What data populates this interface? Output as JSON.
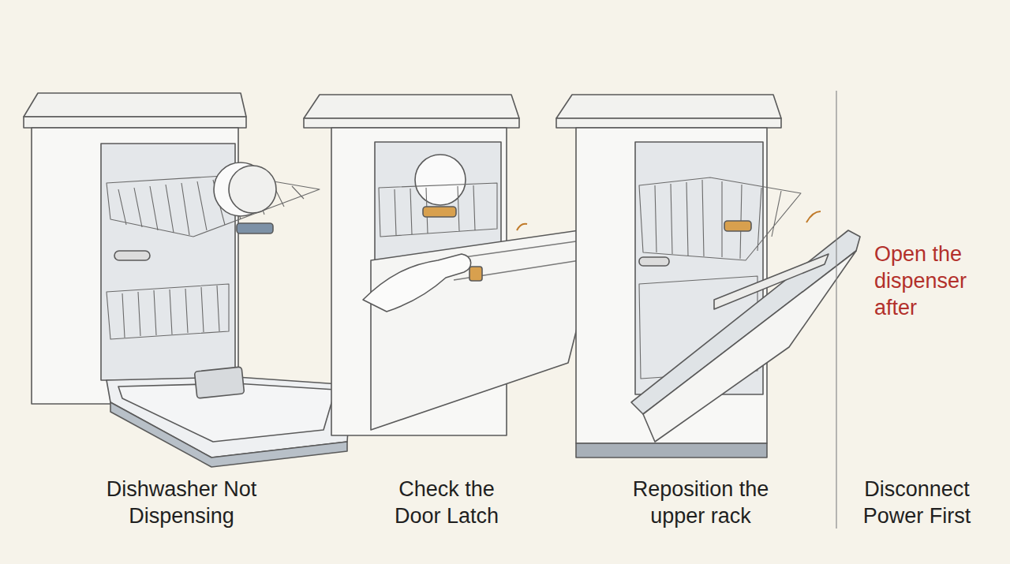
{
  "diagram": {
    "labels": [
      "Dishwasher Not Dispensing",
      "Check the Door Latch",
      "Reposition the upper rack",
      "Disconnect Power First",
      "Open the dispenser after"
    ]
  }
}
